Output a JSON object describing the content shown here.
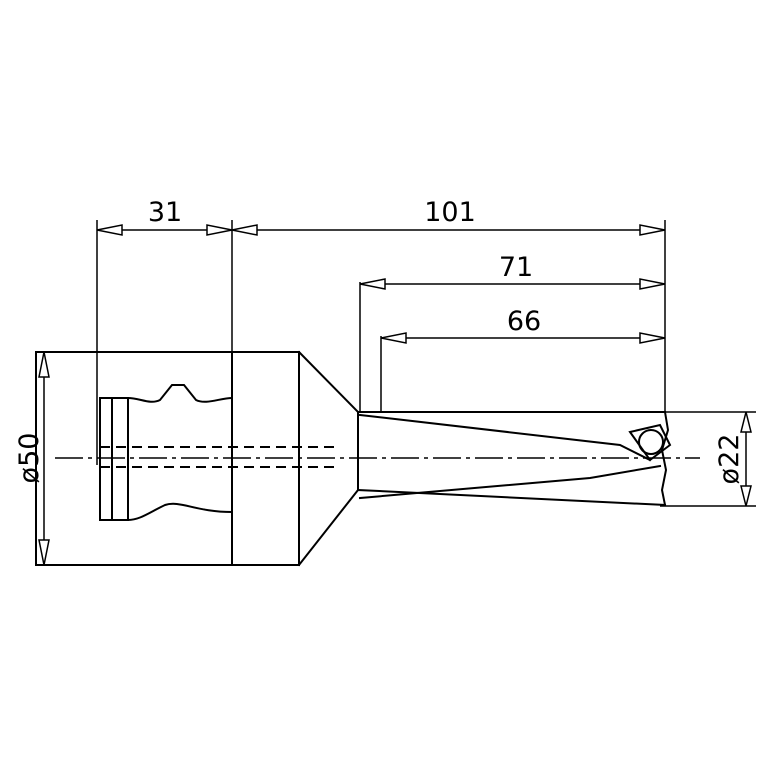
{
  "dimensions": {
    "shank_length": "31",
    "overall_length": "101",
    "length_71": "71",
    "length_66": "66",
    "shank_diameter": "ø50",
    "drill_diameter": "ø22"
  }
}
